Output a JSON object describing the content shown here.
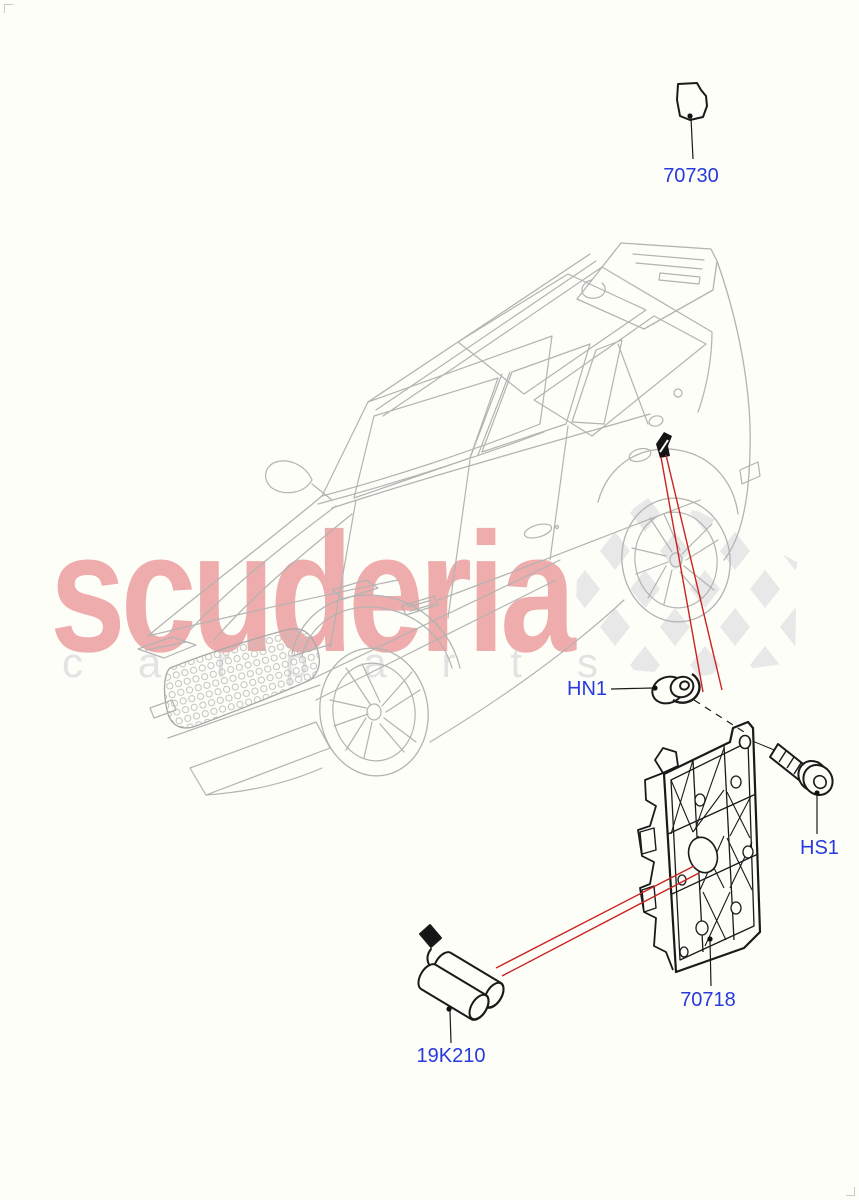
{
  "watermark": {
    "brand": "scuderia",
    "tagline_letters": [
      "c",
      "a",
      "r",
      "p",
      "a",
      "r",
      "t",
      "s"
    ]
  },
  "labels": {
    "panel": "70730",
    "nut": "HN1",
    "screw": "HS1",
    "module": "70718",
    "antenna": "19K210"
  },
  "colors": {
    "background": "#fcfef7",
    "label_blue": "#2839dd",
    "callout_red": "#cc2222",
    "watermark_pink": "#eeacac",
    "watermark_gray": "#e3e3e3",
    "car_line_gray": "#b3b3b3",
    "part_line_black": "#1a1a1a",
    "checker_gray": "#e8e8e8"
  }
}
